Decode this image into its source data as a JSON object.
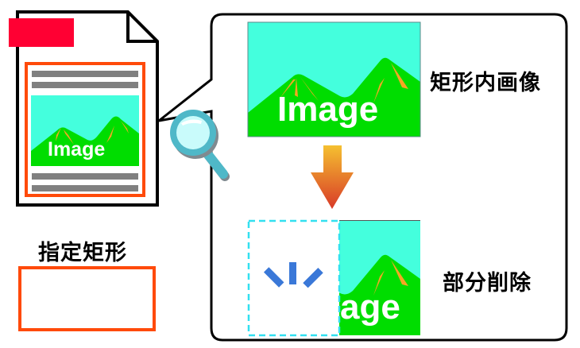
{
  "document_icon": {
    "header_color": "#ff0033",
    "selection_border_color": "#ff4a0a",
    "text_line_color": "#808080",
    "image_label": "Image"
  },
  "magnifier": {
    "ring_color": "#4fb8c8",
    "lens_color": "#c9fbfb"
  },
  "panel": {
    "top_image": {
      "label": "Image",
      "sky_color": "#44ffdd",
      "mountain_color": "#00dd00",
      "accent_color": "#f5a623"
    },
    "top_caption": "矩形内画像",
    "arrow_colors": [
      "#f5c030",
      "#d83a28"
    ],
    "bottom_image": {
      "label": "age",
      "erased_border_color": "#33e0f0",
      "sparkle_color": "#3a78d8"
    },
    "bottom_caption": "部分削除"
  },
  "legend": {
    "label": "指定矩形",
    "box_color": "#ff4a0a"
  }
}
